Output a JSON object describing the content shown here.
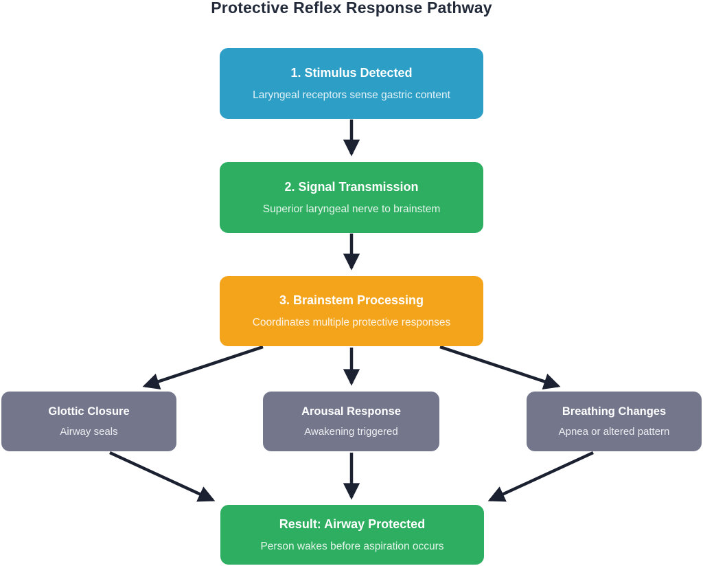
{
  "title": "Protective Reflex Response Pathway",
  "colors": {
    "step1": "#2D9EC6",
    "step2": "#2DAE60",
    "step3": "#F4A41B",
    "branch": "#74778C",
    "result": "#2DAE60",
    "arrow": "#1B2130",
    "title_text": "#232B3B"
  },
  "nodes": {
    "step1": {
      "title": "1. Stimulus Detected",
      "subtitle": "Laryngeal receptors sense gastric content"
    },
    "step2": {
      "title": "2. Signal Transmission",
      "subtitle": "Superior laryngeal nerve to brainstem"
    },
    "step3": {
      "title": "3. Brainstem Processing",
      "subtitle": "Coordinates multiple protective responses"
    },
    "branch_left": {
      "title": "Glottic Closure",
      "subtitle": "Airway seals"
    },
    "branch_center": {
      "title": "Arousal Response",
      "subtitle": "Awakening triggered"
    },
    "branch_right": {
      "title": "Breathing Changes",
      "subtitle": "Apnea or altered pattern"
    },
    "result": {
      "title": "Result: Airway Protected",
      "subtitle": "Person wakes before aspiration occurs"
    }
  }
}
